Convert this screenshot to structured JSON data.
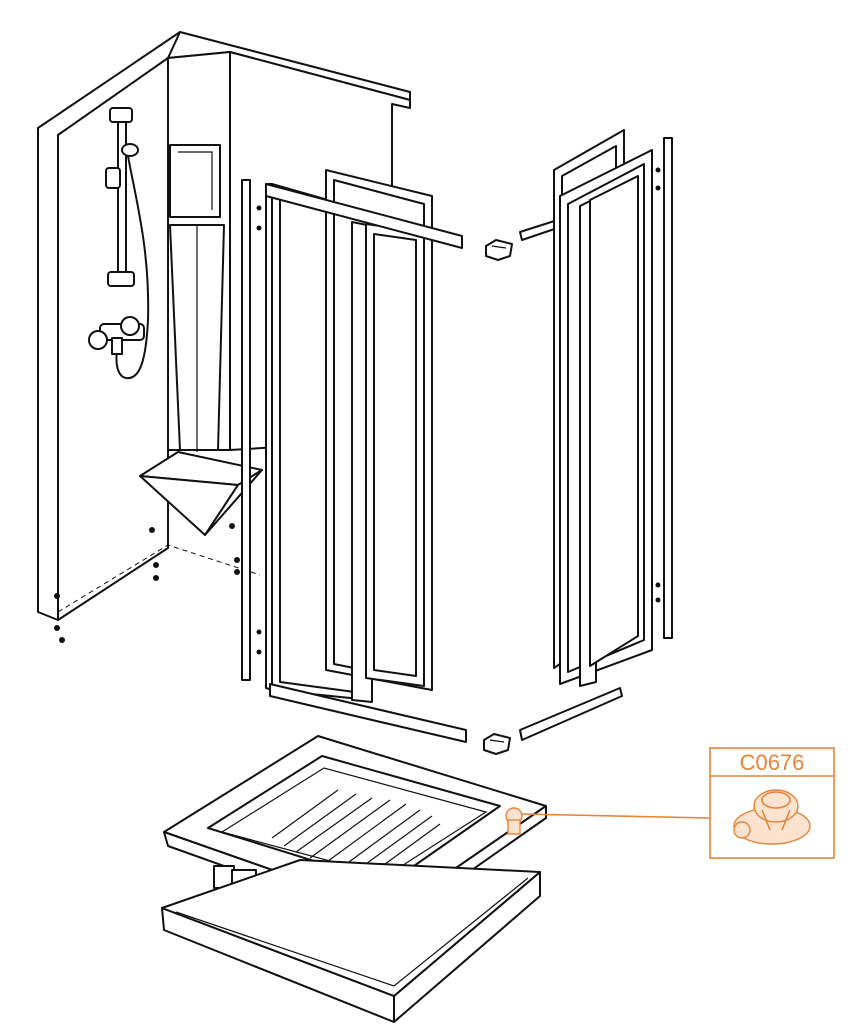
{
  "callout": {
    "code": "C0676",
    "color": "#e8833a"
  },
  "parts": [
    {
      "name": "wall-panel",
      "icon": "wall-panel-icon"
    },
    {
      "name": "shower-set",
      "icon": "shower-head-icon"
    },
    {
      "name": "mixer-tap",
      "icon": "mixer-tap-icon"
    },
    {
      "name": "corner-seat",
      "icon": "corner-seat-icon"
    },
    {
      "name": "left-door-assembly",
      "icon": "sliding-door-icon"
    },
    {
      "name": "right-door-assembly",
      "icon": "sliding-door-icon"
    },
    {
      "name": "corner-connector",
      "icon": "corner-connector-icon"
    },
    {
      "name": "shower-tray",
      "icon": "shower-tray-icon"
    },
    {
      "name": "tray-apron",
      "icon": "apron-panel-icon"
    },
    {
      "name": "drain-part",
      "icon": "drain-part-icon"
    }
  ]
}
